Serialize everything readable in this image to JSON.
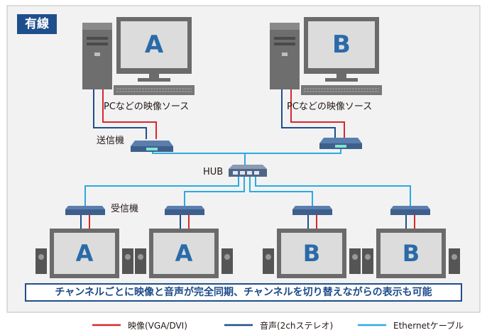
{
  "title_tag": "有線",
  "labels": {
    "source_left": "PCなどの映像ソース",
    "source_right": "PCなどの映像ソース",
    "sender": "送信機",
    "hub": "HUB",
    "receiver": "受信機"
  },
  "pc_letters": [
    "A",
    "B"
  ],
  "display_letters": [
    "A",
    "A",
    "B",
    "B"
  ],
  "banner": "チャンネルごとに映像と音声が完全同期、チャンネルを切り替えながらの表示も可能",
  "legend": [
    {
      "label": "映像(VGA/DVI)",
      "color": "#d7282f"
    },
    {
      "label": "音声(2chステレオ)",
      "color": "#1f4e8c"
    },
    {
      "label": "Ethernetケーブル",
      "color": "#29abe2"
    }
  ],
  "colors": {
    "video": "#d7282f",
    "audio": "#1f4e8c",
    "ethernet": "#29abe2",
    "tag_bg": "#1f4e8c",
    "device": "#4a6e9c"
  }
}
